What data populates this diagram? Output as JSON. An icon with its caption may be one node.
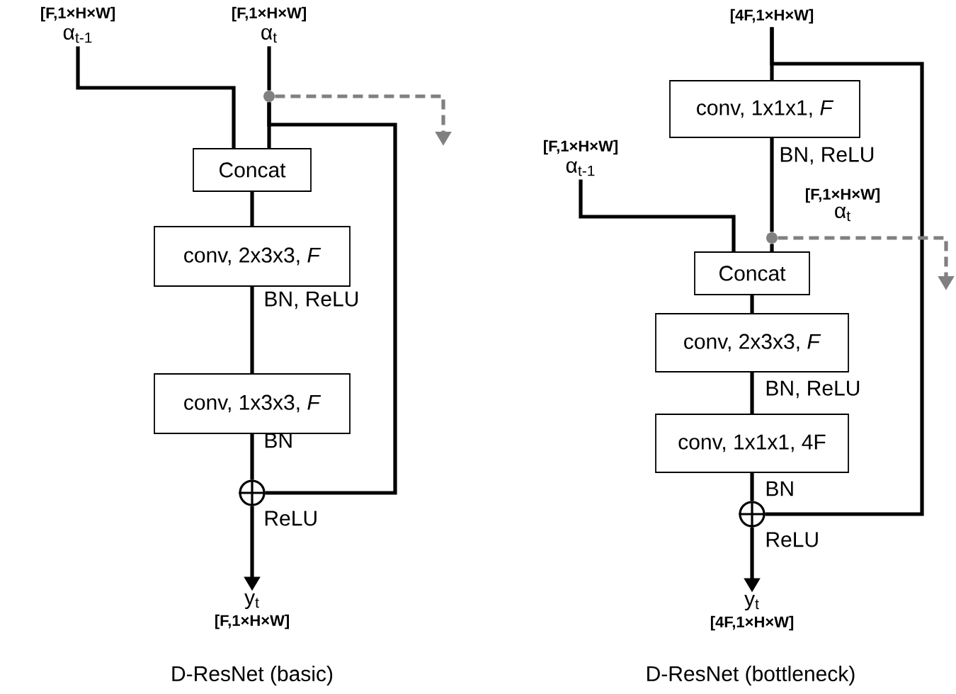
{
  "diagram": {
    "nodes": [
      {
        "text": [
          "[F,1×H×W]",
          "α$_{t-1}$"
        ]
      },
      {
        "text": [
          "[F,1×H×W]",
          "α$_{t}$"
        ]
      },
      {
        "text": [
          "Concat"
        ]
      },
      {
        "text": [
          "conv, 2x3x3, *F*"
        ]
      },
      {
        "text": [
          "conv, 1x3x3, *F*"
        ]
      },
      {
        "text": [],
        "shape": "circle"
      },
      {
        "text": [
          "y$_{t}$",
          "[F,1×H×W]"
        ]
      },
      {
        "text": [],
        "shape": "circle"
      },
      {
        "text": [
          "[4F,1×H×W]"
        ]
      },
      {
        "text": [
          "conv, 1x1x1, *F*"
        ]
      },
      {
        "text": [
          "[F,1×H×W]",
          "α$_{t-1}$"
        ]
      },
      {
        "text": [],
        "shape": "circle",
        "beside": [
          "[F,1×H×W]",
          "α$_{t}$"
        ]
      },
      {
        "text": [
          "Concat"
        ]
      },
      {
        "text": [
          "conv, 2x3x3, *F*"
        ]
      },
      {
        "text": [
          "conv, 1x1x1, 4F"
        ]
      },
      {
        "text": [],
        "shape": "circle"
      },
      {
        "text": [
          "y$_{t}$",
          "[4F,1×H×W]"
        ]
      }
    ],
    "edges": [
      {
        "from": 0,
        "to": 2,
        "arrow": "none"
      },
      {
        "from": 1,
        "to": 7,
        "arrow": "none"
      },
      {
        "from": 7,
        "to": 2,
        "arrow": "none"
      },
      {
        "from": 7,
        "to": 5,
        "arrow": "none"
      },
      {
        "from": 7,
        "to": null,
        "arrow": "to",
        "style": "dashed",
        "color": "#808080"
      },
      {
        "from": 2,
        "to": 3,
        "arrow": "none"
      },
      {
        "from": 3,
        "to": 4,
        "arrow": "none",
        "label": "BN, ReLU"
      },
      {
        "from": 4,
        "to": 5,
        "arrow": "none",
        "label": "BN"
      },
      {
        "from": 5,
        "to": 6,
        "arrow": "to",
        "label": "ReLU"
      },
      {
        "from": 8,
        "to": 9,
        "arrow": "none"
      },
      {
        "from": 8,
        "to": 15,
        "arrow": "none"
      },
      {
        "from": 9,
        "to": 11,
        "arrow": "none",
        "label": "BN, ReLU"
      },
      {
        "from": 10,
        "to": 12,
        "arrow": "none"
      },
      {
        "from": 11,
        "to": 12,
        "arrow": "none"
      },
      {
        "from": 11,
        "to": null,
        "arrow": "to",
        "style": "dashed",
        "color": "#808080"
      },
      {
        "from": 12,
        "to": 13,
        "arrow": "none"
      },
      {
        "from": 13,
        "to": 14,
        "arrow": "none",
        "label": "BN, ReLU"
      },
      {
        "from": 14,
        "to": 15,
        "arrow": "none",
        "label": "BN"
      },
      {
        "from": 15,
        "to": 16,
        "arrow": "to",
        "label": "ReLU"
      }
    ],
    "labels": [
      "D-ResNet (basic)",
      "D-ResNet (bottleneck)"
    ]
  }
}
